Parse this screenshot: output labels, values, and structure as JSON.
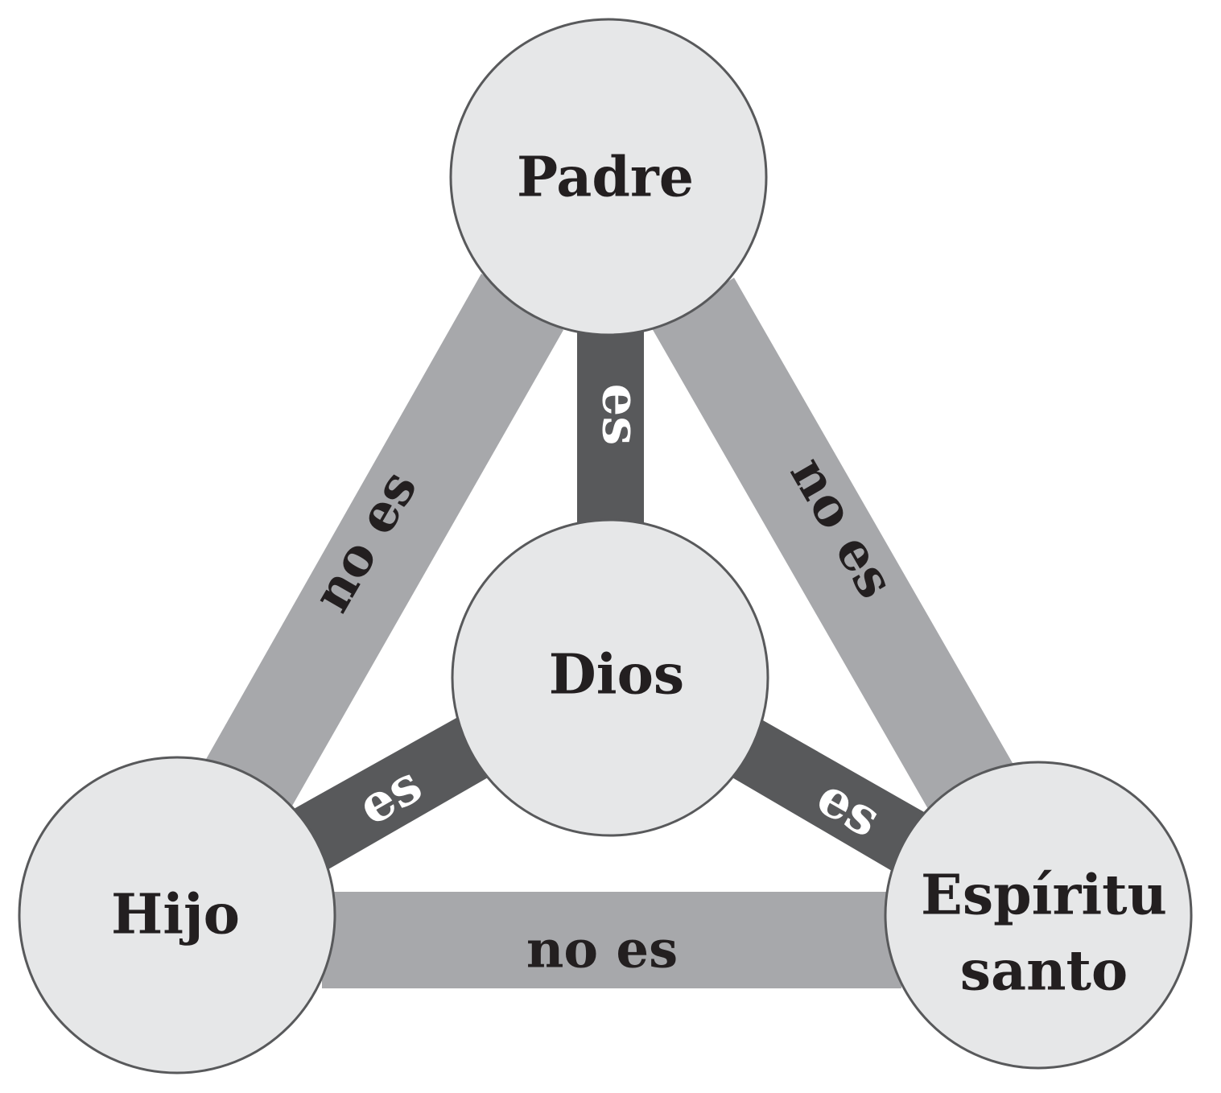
{
  "nodes": {
    "padre": "Padre",
    "dios": "Dios",
    "hijo": "Hijo",
    "espiritu_line1": "Espíritu",
    "espiritu_line2": "santo"
  },
  "edges": {
    "padre_hijo": "no es",
    "padre_espiritu": "no es",
    "hijo_espiritu": "no es",
    "padre_dios": "es",
    "hijo_dios": "es",
    "espiritu_dios": "es"
  },
  "colors": {
    "outer_bar": "#a7a8ab",
    "inner_bar": "#58595b",
    "node_fill": "#e6e7e8",
    "node_stroke": "#58595b",
    "text_dark": "#231f20",
    "text_light": "#ffffff"
  }
}
